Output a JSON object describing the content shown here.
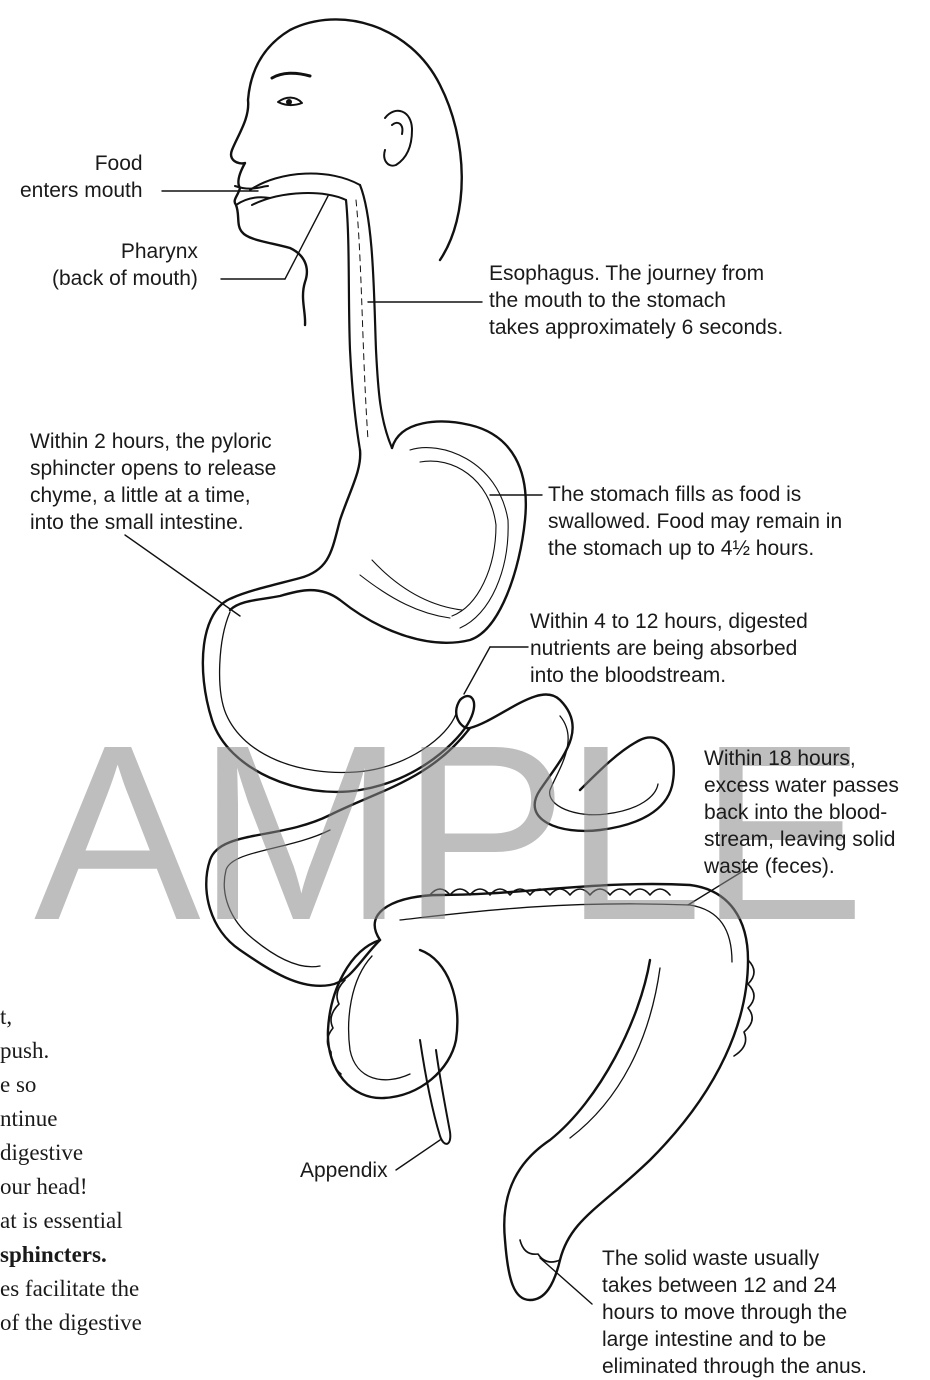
{
  "labels": {
    "mouth": "Food\nenters mouth",
    "pharynx": "Pharynx\n(back of mouth)",
    "esophagus": "Esophagus. The journey from\nthe mouth to the stomach\ntakes approximately 6 seconds.",
    "pyloric": "Within 2 hours, the pyloric\nsphincter opens to release\nchyme, a little at a time,\ninto the small intestine.",
    "stomach": "The stomach fills as food is\nswallowed. Food may remain in\nthe stomach up to 4½ hours.",
    "absorption": "Within 4 to 12 hours, digested\nnutrients are being absorbed\ninto the bloodstream.",
    "water": "Within 18 hours,\nexcess water passes\nback into the blood-\nstream, leaving solid\nwaste (feces).",
    "appendix": "Appendix",
    "solid_waste": "The solid waste usually\ntakes between 12 and 24\nhours to move through the\nlarge intestine and to be\neliminated through the anus."
  },
  "body_text": [
    "t,",
    "push.",
    "e so",
    "ntinue",
    "digestive",
    "our head!",
    "at is essential",
    "sphincters.",
    "es facilitate the",
    "of the digestive"
  ],
  "watermark": "AMPLE"
}
